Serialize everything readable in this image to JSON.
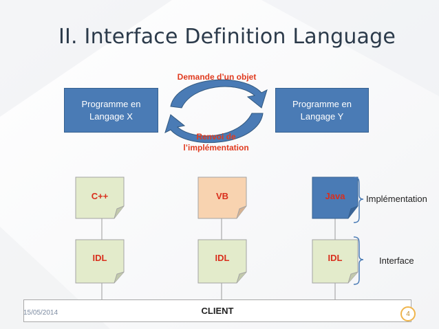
{
  "slide": {
    "title": "II. Interface Definition Language",
    "date": "15/05/2014",
    "page_number": "4"
  },
  "programs": [
    {
      "line1": "Programme en",
      "line2": "Langage X"
    },
    {
      "line1": "Programme en",
      "line2": "Langage Y"
    }
  ],
  "arrows": {
    "request_label": "Demande d’un objet",
    "return_line1": "Renvoi de",
    "return_line2": "l’implémentation"
  },
  "implementations": [
    {
      "label": "C++",
      "fill": "#e3ebcb"
    },
    {
      "label": "VB",
      "fill": "#f8d3b0"
    },
    {
      "label": "Java",
      "fill": "#4a7bb5"
    }
  ],
  "idl_boxes": [
    {
      "label": "IDL"
    },
    {
      "label": "IDL"
    },
    {
      "label": "IDL"
    }
  ],
  "side_labels": {
    "implementation": "Implémentation",
    "interface": "Interface"
  },
  "client": {
    "label": "CLIENT"
  },
  "colors": {
    "program_box": "#4a7bb5",
    "note_text": "#e03a1e",
    "page_ring": "#f0b44a"
  }
}
